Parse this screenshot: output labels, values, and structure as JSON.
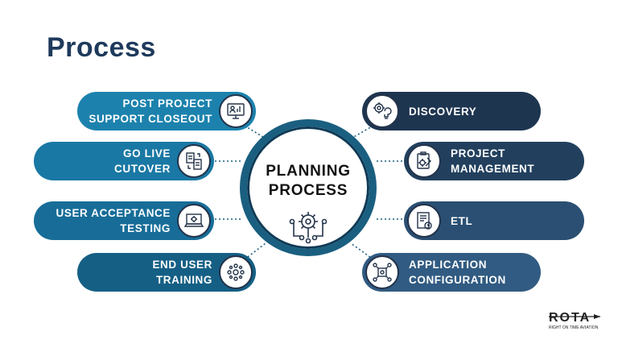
{
  "page": {
    "title": "Process"
  },
  "center": {
    "label": "PLANNING\nPROCESS",
    "icon": "gear-network-icon"
  },
  "left_items": [
    {
      "label": "POST PROJECT\nSUPPORT CLOSEOUT",
      "icon": "monitor-presentation-icon",
      "color": "#1c82ad"
    },
    {
      "label": "GO LIVE\nCUTOVER",
      "icon": "documents-swap-icon",
      "color": "#1a78a4"
    },
    {
      "label": "USER ACCEPTANCE\nTESTING",
      "icon": "laptop-gear-icon",
      "color": "#176d98"
    },
    {
      "label": "END USER\nTRAINING",
      "icon": "group-people-icon",
      "color": "#155f85"
    }
  ],
  "right_items": [
    {
      "label": "DISCOVERY",
      "icon": "lightbulb-gear-icon",
      "color": "#1e3550"
    },
    {
      "label": "PROJECT\nMANAGEMENT",
      "icon": "clipboard-gear-icon",
      "color": "#22405e"
    },
    {
      "label": "ETL",
      "icon": "document-clock-icon",
      "color": "#2a4f72"
    },
    {
      "label": "APPLICATION\nCONFIGURATION",
      "icon": "network-nodes-icon",
      "color": "#315b82"
    }
  ],
  "logo": {
    "text": "ROTA",
    "subtext": "Right On Time Aviation"
  },
  "colors": {
    "title": "#1e3a5c",
    "ring": "#1a5f80"
  }
}
